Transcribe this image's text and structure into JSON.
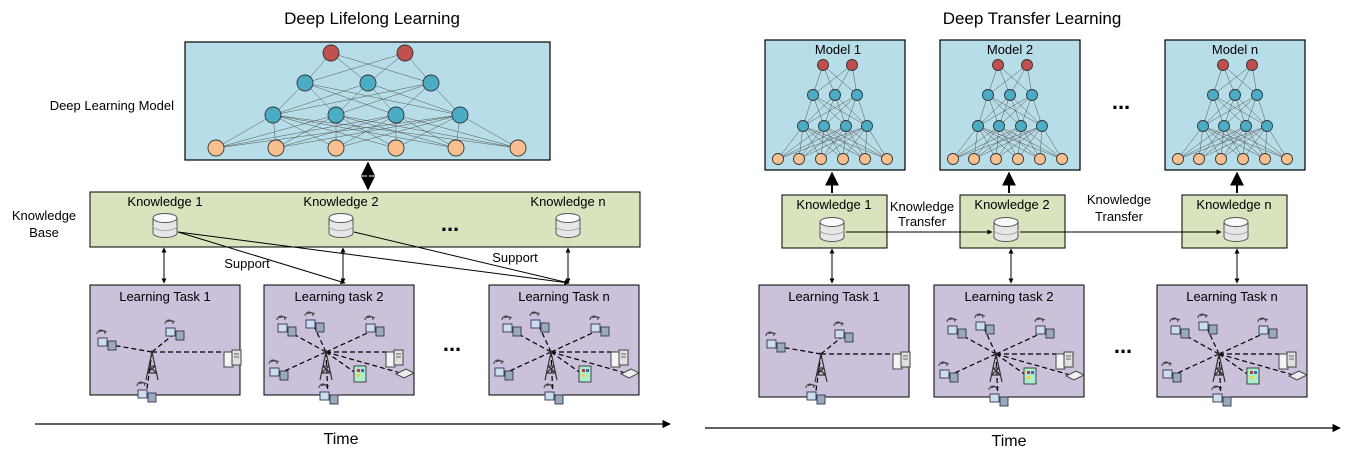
{
  "left": {
    "title": "Deep Lifelong Learning",
    "model_label": "Deep Learning Model",
    "kb_label_line1": "Knowledge",
    "kb_label_line2": "Base",
    "knowledge": [
      "Knowledge 1",
      "Knowledge 2",
      "Knowledge n"
    ],
    "support": [
      "Support",
      "Support"
    ],
    "tasks": [
      "Learning Task 1",
      "Learning task 2",
      "Learning Task n"
    ],
    "ellipsis": "...",
    "time": "Time"
  },
  "right": {
    "title": "Deep Transfer Learning",
    "models": [
      "Model 1",
      "Model 2",
      "Model n"
    ],
    "knowledge": [
      "Knowledge 1",
      "Knowledge 2",
      "Knowledge n"
    ],
    "transfer_line1": "Knowledge",
    "transfer_line2": "Transfer",
    "tasks": [
      "Learning Task 1",
      "Learning task 2",
      "Learning Task n"
    ],
    "ellipsis": "...",
    "time": "Time"
  },
  "colors": {
    "model_fill": "#b7dde8",
    "knowledge_fill": "#d7e4bd",
    "task_fill": "#ccc1da",
    "output_node": "#c0504d",
    "hidden_node": "#4bacc6",
    "input_node": "#fabf8f"
  },
  "icons": [
    "database-icon",
    "wireless-device-icon",
    "cell-tower-icon",
    "server-icon",
    "router-icon"
  ]
}
